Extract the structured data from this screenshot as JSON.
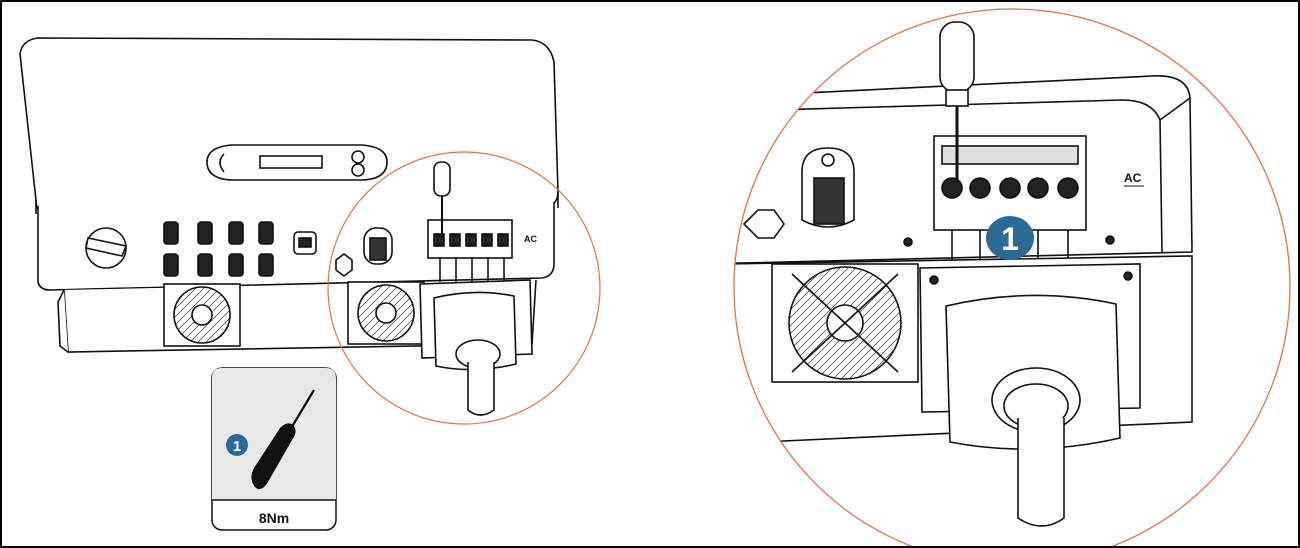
{
  "figure": {
    "torque_label": "8Nm",
    "step_marker_tool": "1",
    "step_marker_detail": "1",
    "ac_label_small": "AC",
    "ac_label_large": "AC"
  },
  "colors": {
    "outline": "#111111",
    "zoom_circle": "#e0734a",
    "badge": "#2c6a96",
    "card_bg": "#e8e8e8",
    "metal_gray": "#bdbdbd"
  },
  "icons": {
    "tool": "screwdriver-icon",
    "marker": "step-number-badge"
  }
}
